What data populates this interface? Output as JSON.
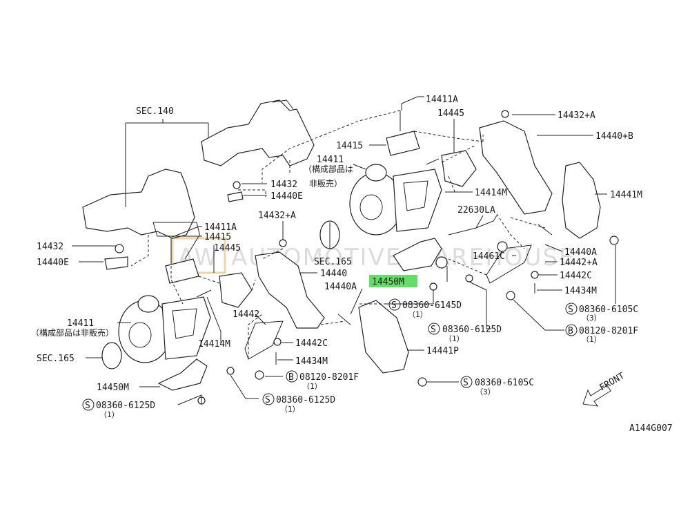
{
  "watermark": {
    "logo": "AW",
    "text": "AUTOMOTIVE WAREHOUSE"
  },
  "diagram_code": "A144G007",
  "front_label": "FRONT",
  "highlight_color": "#66dd66",
  "labels": {
    "sec140": "SEC.140",
    "p14411a_r": "14411A",
    "p14445_r": "14445",
    "p14432a_r": "14432+A",
    "p14440b_r": "14440+B",
    "p14415_r": "14415",
    "p14411_r": "14411",
    "jp_r": "（構成部品は",
    "p14432_mid": "14432",
    "jp_mid": "非販売）",
    "p14440e_mid": "14440E",
    "p14414m_r": "14414M",
    "p22630la": "22630LA",
    "p14441m": "14441M",
    "p14432a_mid": "14432+A",
    "p14411a_l": "14411A",
    "p14415_l": "14415",
    "p14445_l": "14445",
    "p14432_l": "14432",
    "p14440e_l": "14440E",
    "sec165_mid": "SEC.165",
    "p14440": "14440",
    "p14450m_hl": "14450M",
    "p14440a_mid": "14440A",
    "p14461c": "14461C",
    "p14440a_r": "14440A",
    "p14442a": "14442+A",
    "p14442c_r": "14442C",
    "p14434m_r": "14434M",
    "s_08360_6145d": "08360-6145D",
    "q_08360_6145d": "（1）",
    "s_08360_6105c_r": "08360-6105C",
    "q_08360_6105c_r": "（3）",
    "p14442": "14442",
    "p14411_l": "14411",
    "jp_l": "（構成部品は非販売）",
    "s_08360_6125d_mid": "08360-6125D",
    "q_08360_6125d_mid": "（1）",
    "b_08120_8201f_r": "08120-8201F",
    "q_08120_8201f_r": "（1）",
    "p14414m_l": "14414M",
    "p14442c_l": "14442C",
    "p14441p": "14441P",
    "sec165_l": "SEC.165",
    "p14434m_l": "14434M",
    "b_08120_8201f_l": "08120-8201F",
    "q_08120_8201f_l": "（1）",
    "p14450m_l": "14450M",
    "s_08360_6105c_b": "08360-6105C",
    "q_08360_6105c_b": "（3）",
    "s_08360_6125d_l": "08360-6125D",
    "q_08360_6125d_l": "（1）",
    "s_08360_6125d_b": "08360-6125D",
    "q_08360_6125d_b": "（1）"
  },
  "symbols": {
    "s": "S",
    "b": "B"
  }
}
